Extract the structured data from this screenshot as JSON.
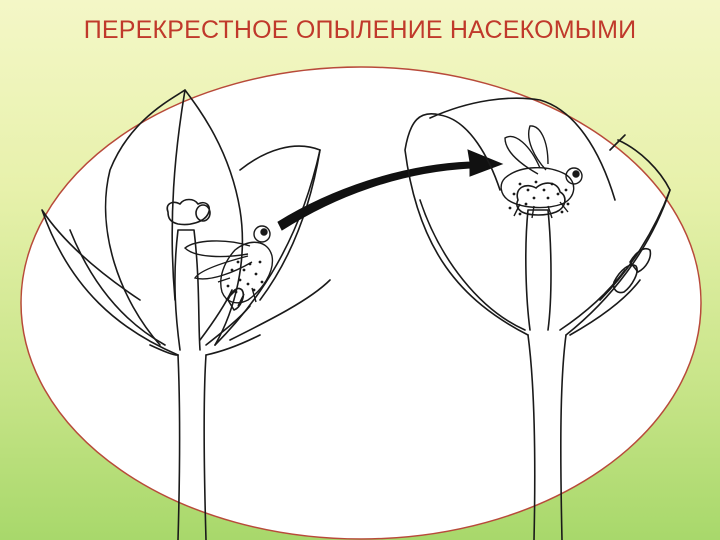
{
  "slide": {
    "title": "ПЕРЕКРЕСТНОЕ ОПЫЛЕНИЕ НАСЕКОМЫМИ"
  },
  "colors": {
    "title": "#c0392b",
    "oval_border": "#b84a3a",
    "oval_fill": "#ffffff",
    "line_art": "#1a1a1a",
    "background_top": "#f4f7c7",
    "background_bottom": "#a8d86b"
  },
  "diagram": {
    "subject": "cross-pollination of flowers by an insect",
    "left_flower": "flower with insect carrying pollen",
    "right_flower": "flower being pollinated by insect",
    "transfer_arrow": "pollen transfer direction"
  }
}
